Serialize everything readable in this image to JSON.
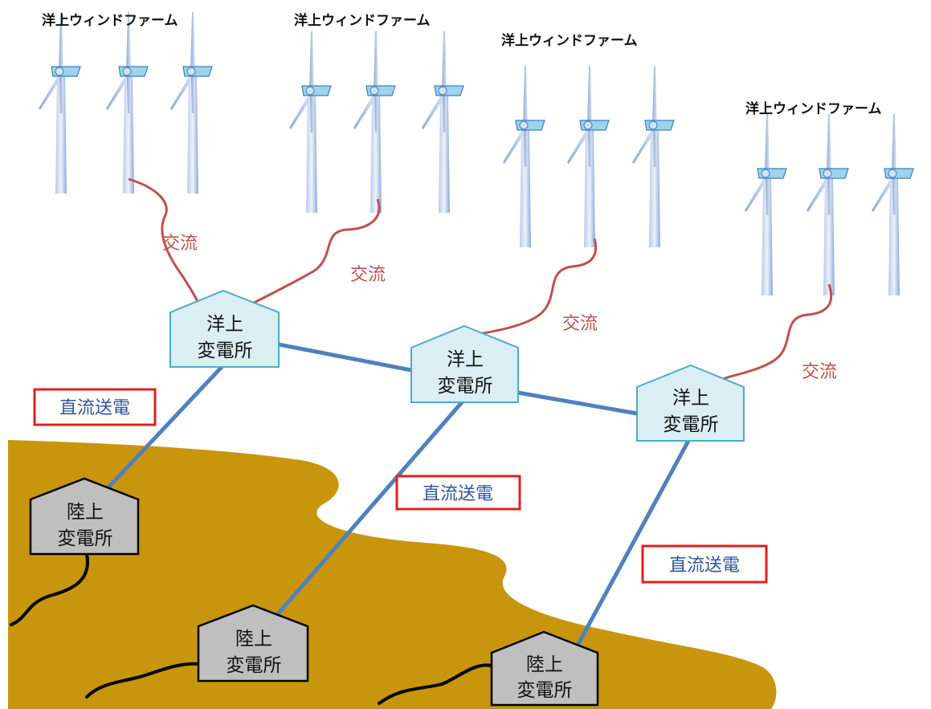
{
  "farms": [
    {
      "label": "洋上ウィンドファーム"
    },
    {
      "label": "洋上ウィンドファーム"
    },
    {
      "label": "洋上ウィンドファーム"
    },
    {
      "label": "洋上ウィンドファーム"
    }
  ],
  "ac_labels": [
    "交流",
    "交流",
    "交流",
    "交流"
  ],
  "dc_labels": [
    "直流送電",
    "直流送電",
    "直流送電"
  ],
  "offshore_substations": [
    {
      "line1": "洋上",
      "line2": "変電所"
    },
    {
      "line1": "洋上",
      "line2": "変電所"
    },
    {
      "line1": "洋上",
      "line2": "変電所"
    }
  ],
  "onshore_substations": [
    {
      "line1": "陸上",
      "line2": "変電所"
    },
    {
      "line1": "陸上",
      "line2": "変電所"
    },
    {
      "line1": "陸上",
      "line2": "変電所"
    }
  ],
  "colors": {
    "land": "#c8960c",
    "ac_cable": "#c0504d",
    "dc_line": "#4f81bd",
    "offshore_fill": "#daeef3",
    "onshore_fill": "#bfbfbf",
    "dc_box_border": "#e02020"
  }
}
